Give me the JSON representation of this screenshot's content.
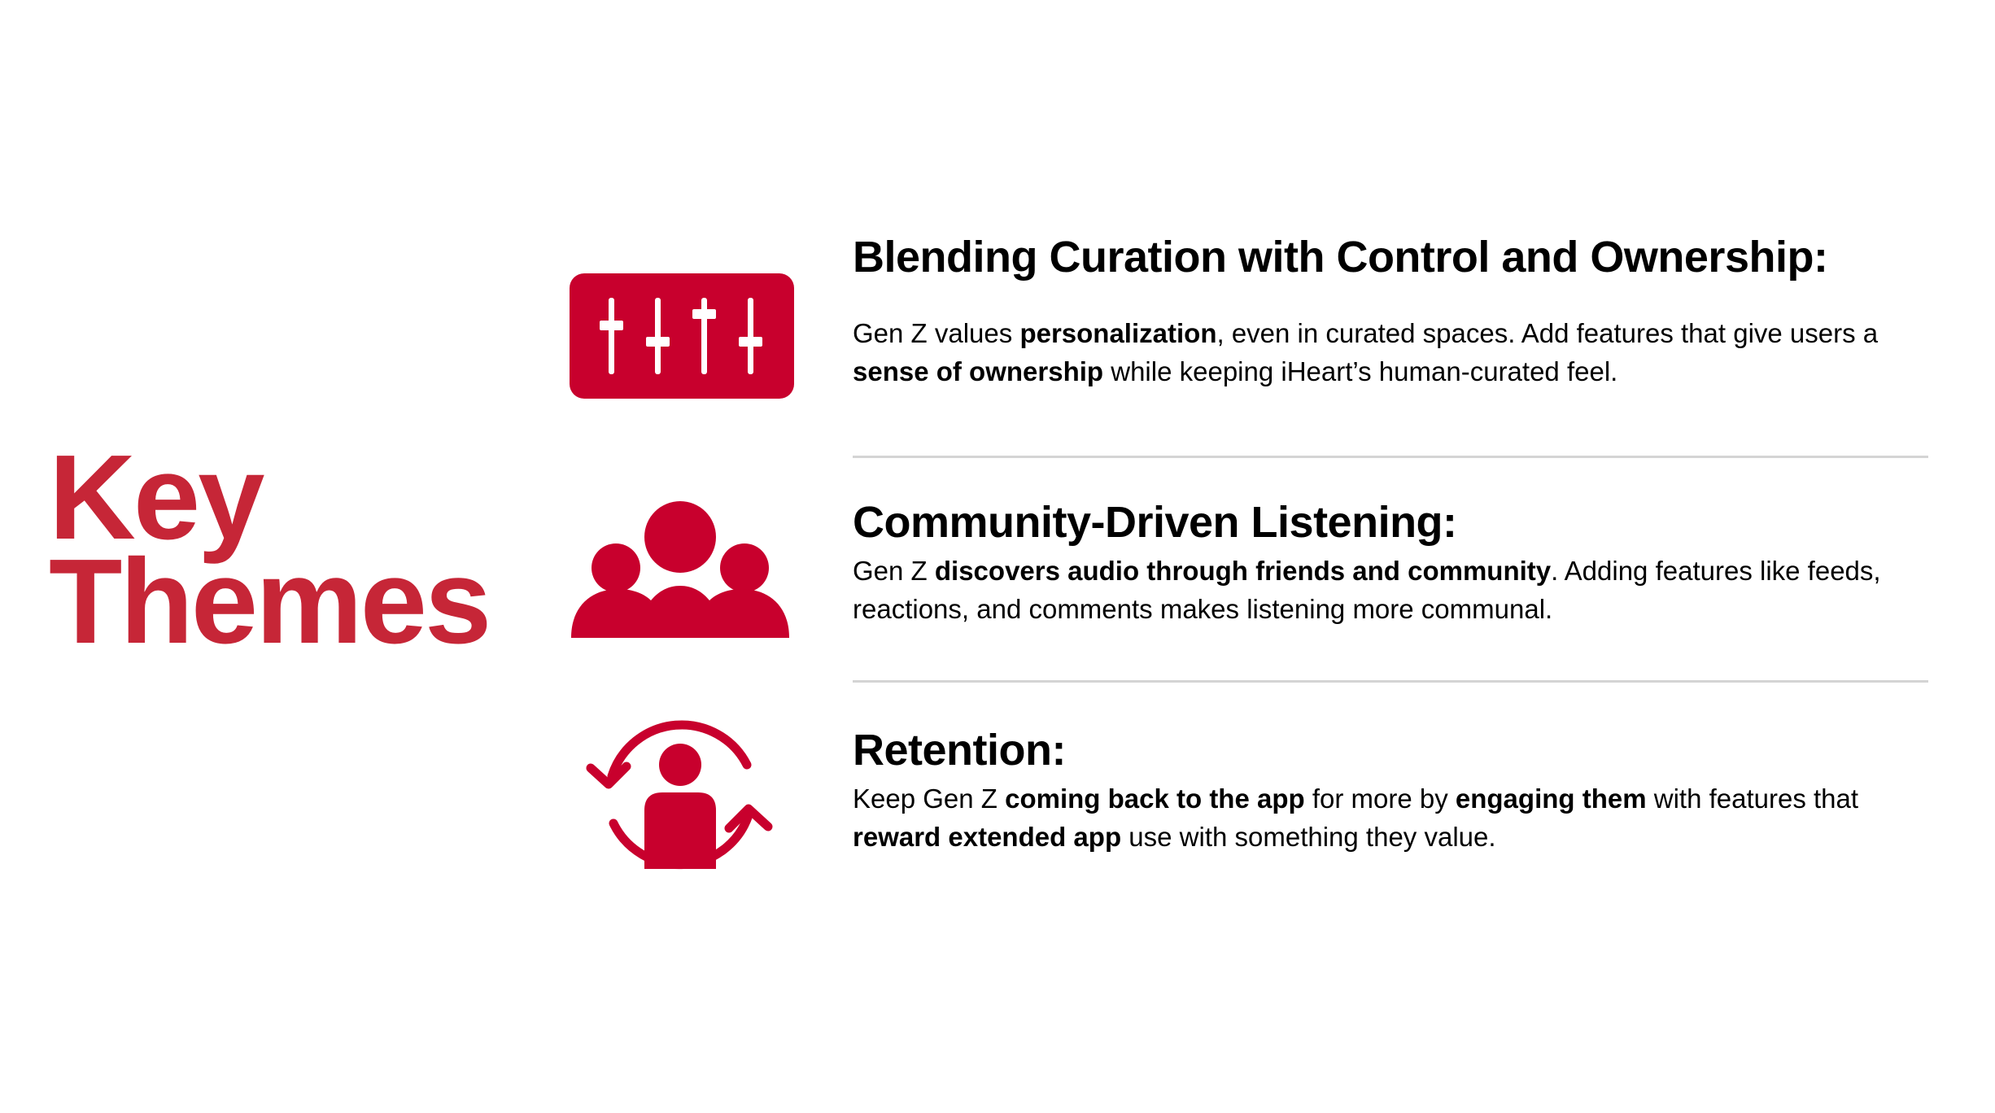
{
  "slide": {
    "title_line1": "Key",
    "title_line2": "Themes",
    "accent_color": "#c8002d",
    "title_color": "#c62637"
  },
  "themes": [
    {
      "icon": "mixer-sliders-icon",
      "heading": "Blending Curation with Control and Ownership:",
      "body": [
        {
          "text": "Gen Z values ",
          "bold": false
        },
        {
          "text": "personalization",
          "bold": true
        },
        {
          "text": ", even in curated spaces. Add features that give users a ",
          "bold": false
        },
        {
          "text": "sense of ownership",
          "bold": true
        },
        {
          "text": " while keeping iHeart’s human-curated feel.",
          "bold": false
        }
      ]
    },
    {
      "icon": "community-group-icon",
      "heading": "Community-Driven Listening:",
      "body": [
        {
          "text": "Gen Z ",
          "bold": false
        },
        {
          "text": "discovers audio through friends and community",
          "bold": true
        },
        {
          "text": ". Adding features like feeds, reactions, and comments makes listening more communal.",
          "bold": false
        }
      ]
    },
    {
      "icon": "user-retention-cycle-icon",
      "heading": "Retention:",
      "body": [
        {
          "text": "Keep Gen Z ",
          "bold": false
        },
        {
          "text": "coming back to the app",
          "bold": true
        },
        {
          "text": " for more by ",
          "bold": false
        },
        {
          "text": "engaging them",
          "bold": true
        },
        {
          "text": " with features that ",
          "bold": false
        },
        {
          "text": "reward extended app",
          "bold": true
        },
        {
          "text": " use with something they value.",
          "bold": false
        }
      ]
    }
  ]
}
